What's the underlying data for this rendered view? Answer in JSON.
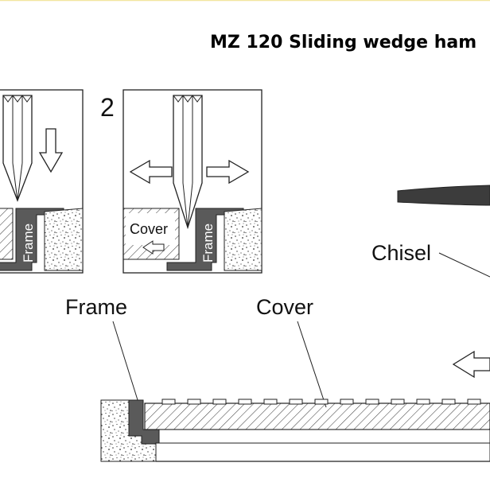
{
  "title": "MZ 120 Sliding wedge ham",
  "step_number": "2",
  "labels": {
    "frame_small_1": "Frame",
    "frame_small_2": "Frame",
    "cover_small": "Cover",
    "chisel": "Chisel",
    "frame_big": "Frame",
    "cover_big": "Cover"
  },
  "colors": {
    "top_border": "#f2e6a0",
    "frame_fill": "#5a5a5a",
    "chisel_fill": "#3c3c3c",
    "concrete_fill": "#ffffff",
    "outline": "#222222"
  },
  "icons": [
    "arrow-down-icon",
    "arrow-left-icon",
    "arrow-right-icon",
    "chisel-icon"
  ]
}
